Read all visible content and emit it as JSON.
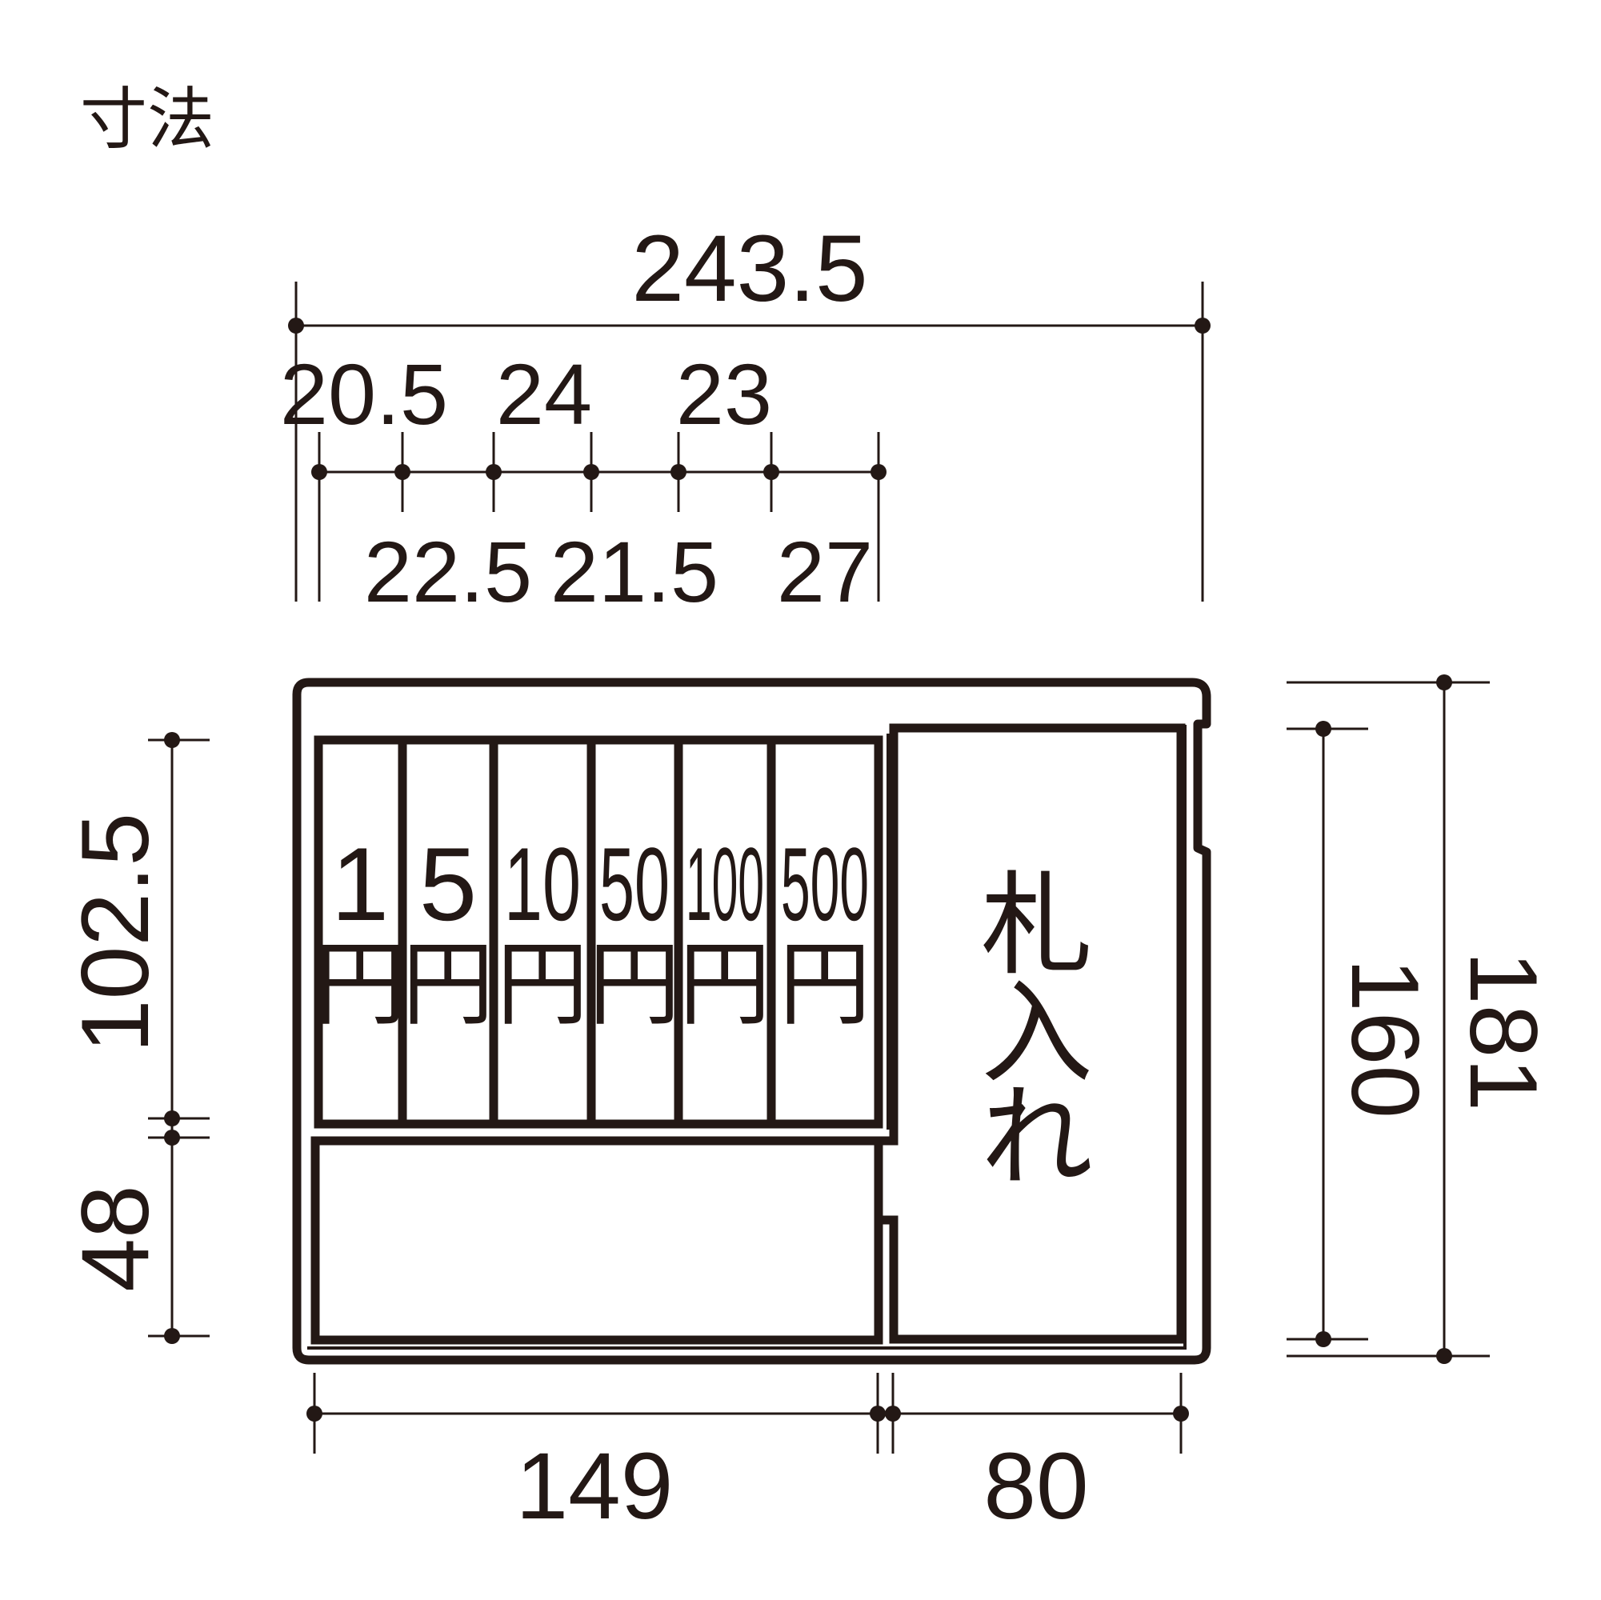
{
  "title": "寸法",
  "colors": {
    "ink": "#231815",
    "background": "#ffffff"
  },
  "top_dimensions": {
    "overall_width": "243.5",
    "upper_row": [
      "20.5",
      "24",
      "23"
    ],
    "lower_row": [
      "22.5",
      "21.5",
      "27"
    ]
  },
  "left_dimensions": {
    "coin_height": "102.5",
    "tray_height": "48"
  },
  "right_dimensions": {
    "inner_height": "160",
    "overall_height": "181"
  },
  "bottom_dimensions": {
    "coin_section_width": "149",
    "bill_section_width": "80"
  },
  "compartments": {
    "coins": [
      {
        "value": "1",
        "unit": "円"
      },
      {
        "value": "5",
        "unit": "円"
      },
      {
        "value": "10",
        "unit": "円"
      },
      {
        "value": "50",
        "unit": "円"
      },
      {
        "value": "100",
        "unit": "円"
      },
      {
        "value": "500",
        "unit": "円"
      }
    ],
    "bills_label": [
      "札",
      "入",
      "れ"
    ]
  }
}
